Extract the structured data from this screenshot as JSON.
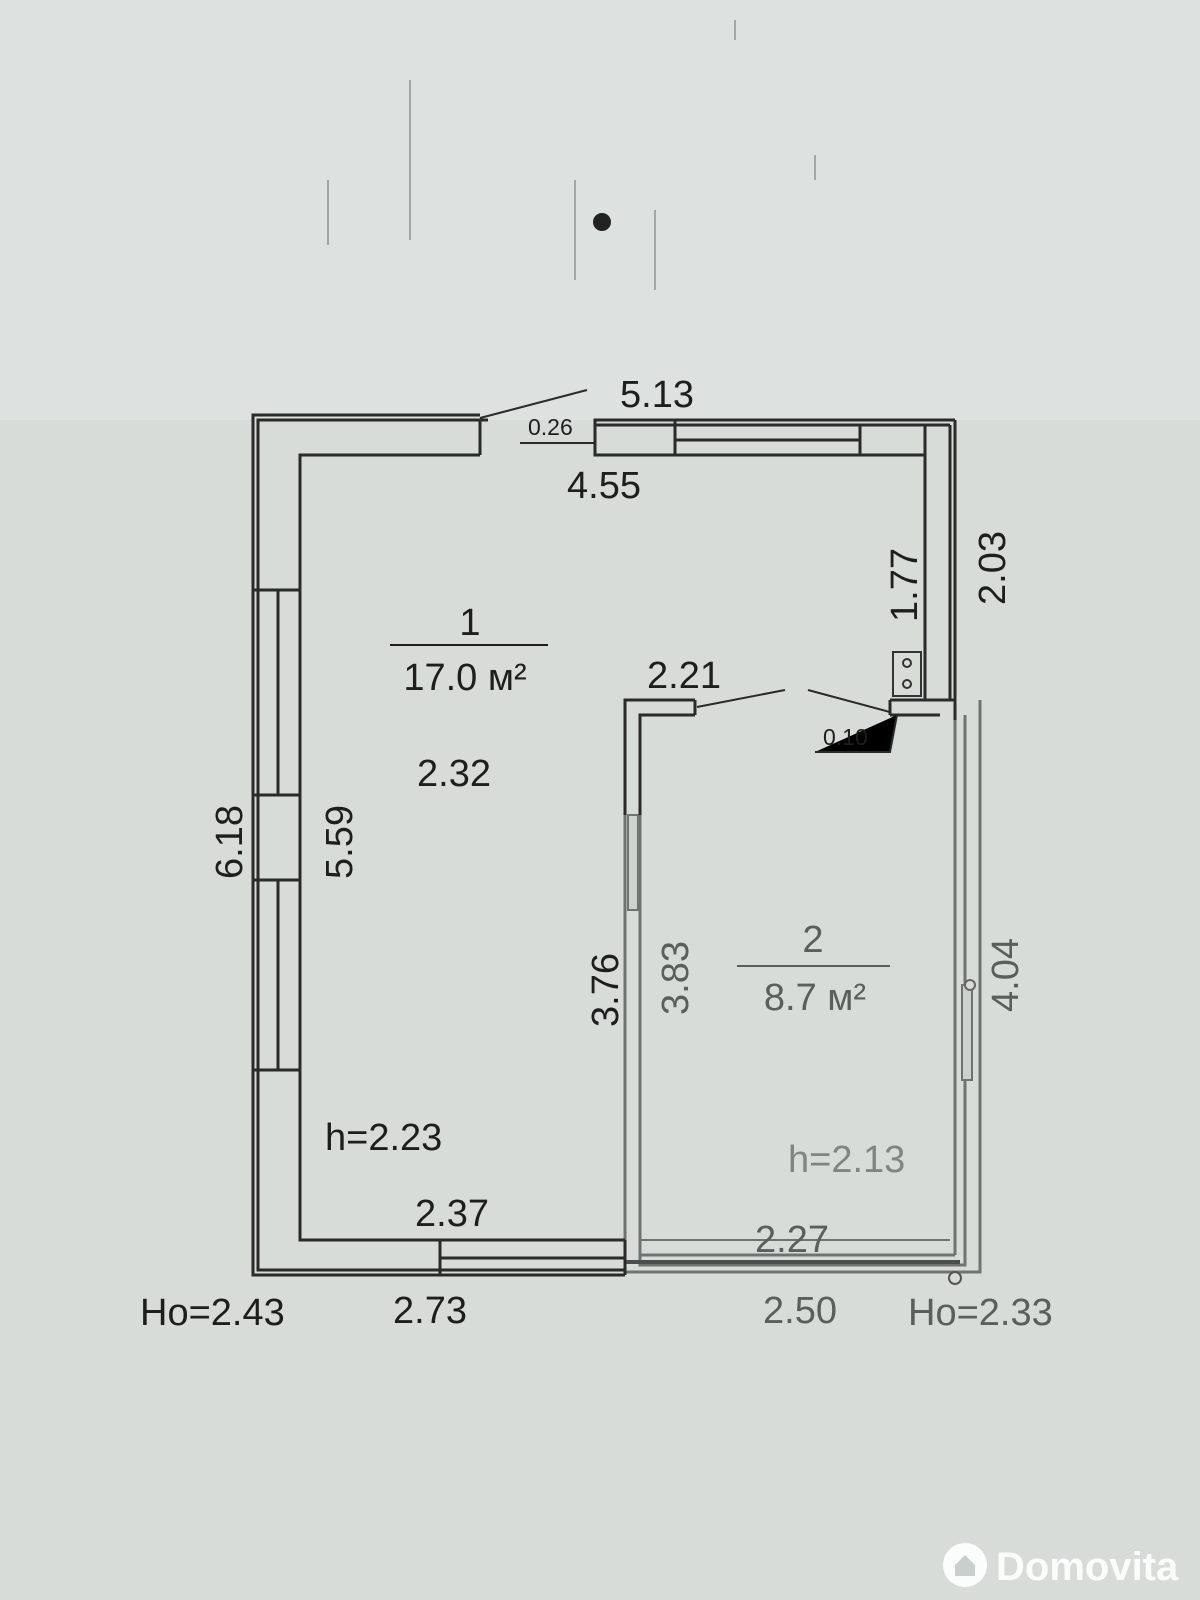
{
  "dimensions": {
    "top_outer": "5.13",
    "top_window": "0.26",
    "top_inner": "4.55",
    "right_outer_top": "2.03",
    "right_inner_top": "1.77",
    "partition_width": "2.21",
    "door_offset": "0.10",
    "room1_middle": "2.32",
    "left_outer": "6.18",
    "left_inner": "5.59",
    "room2_left_outer": "3.76",
    "room2_left_inner": "3.83",
    "room2_right": "4.04",
    "room1_bottom_inner": "2.37",
    "room2_bottom_inner": "2.27",
    "bottom_left": "2.73",
    "bottom_right": "2.50"
  },
  "rooms": [
    {
      "number": "1",
      "area": "17.0 м²",
      "height": "h=2.23"
    },
    {
      "number": "2",
      "area": "8.7 м²",
      "height": "h=2.13"
    }
  ],
  "outer_heights": {
    "left": "Ho=2.43",
    "right": "Ho=2.33"
  },
  "watermark": "Domovita"
}
